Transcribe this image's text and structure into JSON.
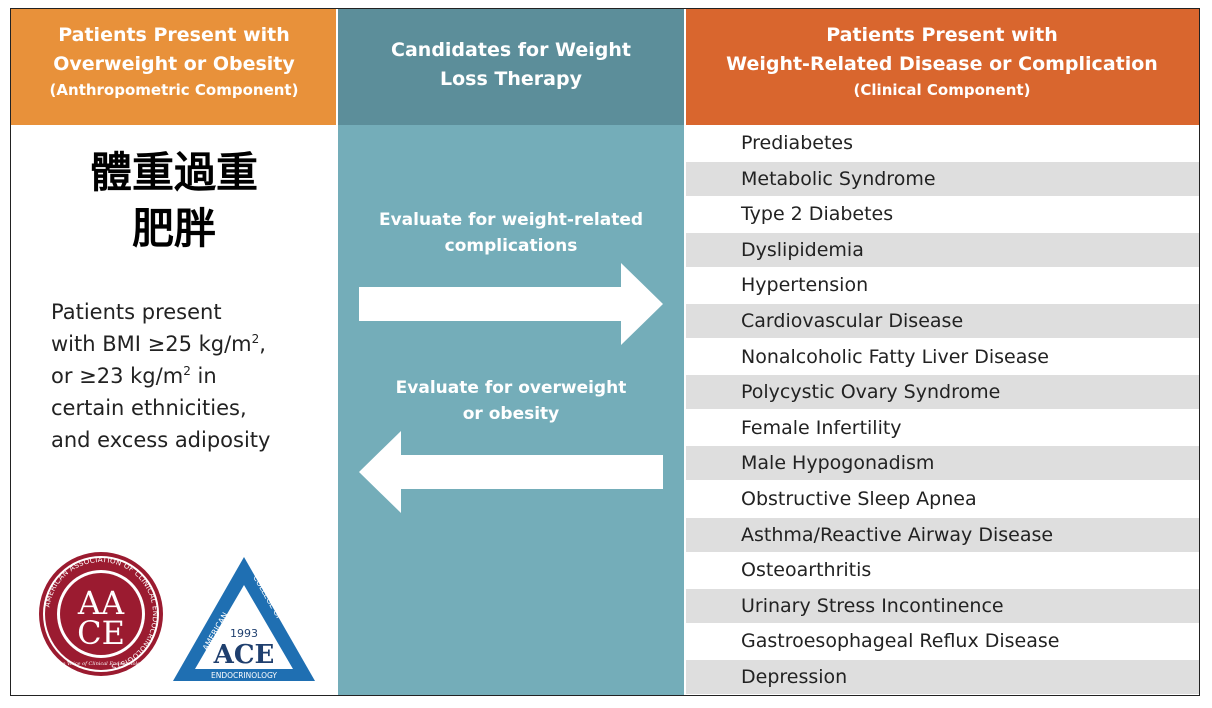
{
  "headers": {
    "left": {
      "line1": "Patients Present with",
      "line2": "Overweight or Obesity",
      "line3": "(Anthropometric Component)"
    },
    "middle": {
      "line1": "Candidates for Weight",
      "line2": "Loss Therapy"
    },
    "right": {
      "line1": "Patients Present with",
      "line2": "Weight-Related Disease or Complication",
      "line3": "(Clinical Component)"
    }
  },
  "left_panel": {
    "chinese_line1": "體重過重",
    "chinese_line2": "肥胖",
    "bmi_lines": [
      "Patients present",
      "with BMI ≥25 kg/m",
      ",",
      "or ≥23 kg/m",
      " in",
      "certain ethnicities,",
      "and excess adiposity"
    ],
    "superscript": "2"
  },
  "middle_panel": {
    "label_right_arrow_1": "Evaluate for weight-related",
    "label_right_arrow_2": "complications",
    "label_left_arrow_1": "Evaluate for overweight",
    "label_left_arrow_2": "or obesity"
  },
  "complications": [
    "Prediabetes",
    "Metabolic Syndrome",
    "Type 2 Diabetes",
    "Dyslipidemia",
    "Hypertension",
    "Cardiovascular Disease",
    "Nonalcoholic Fatty Liver Disease",
    "Polycystic Ovary Syndrome",
    "Female Infertility",
    "Male Hypogonadism",
    "Obstructive Sleep Apnea",
    "Asthma/Reactive Airway Disease",
    "Osteoarthritis",
    "Urinary Stress Incontinence",
    "Gastroesophageal Reflux Disease",
    "Depression"
  ],
  "logos": {
    "aace": {
      "monogram_top": "AA",
      "monogram_bottom": "CE",
      "ring_text": "AMERICAN ASSOCIATION OF CLINICAL ENDOCRINOLOGISTS",
      "tagline": "The Voice of Clinical Endocrinology"
    },
    "ace": {
      "year": "1993",
      "acronym": "ACE",
      "name_left": "AMERICAN",
      "name_right": "COLLEGE OF",
      "name_bottom": "ENDOCRINOLOGY"
    }
  },
  "colors": {
    "left_header": "#e8913a",
    "middle_header": "#5c8e9a",
    "right_header": "#d9662e",
    "middle_body": "#74adb9",
    "row_alt": "#dedede",
    "aace_red": "#9b1b30",
    "ace_blue": "#1f6fb2"
  },
  "icons": {
    "right_arrow": "arrow-right-icon",
    "left_arrow": "arrow-left-icon"
  }
}
